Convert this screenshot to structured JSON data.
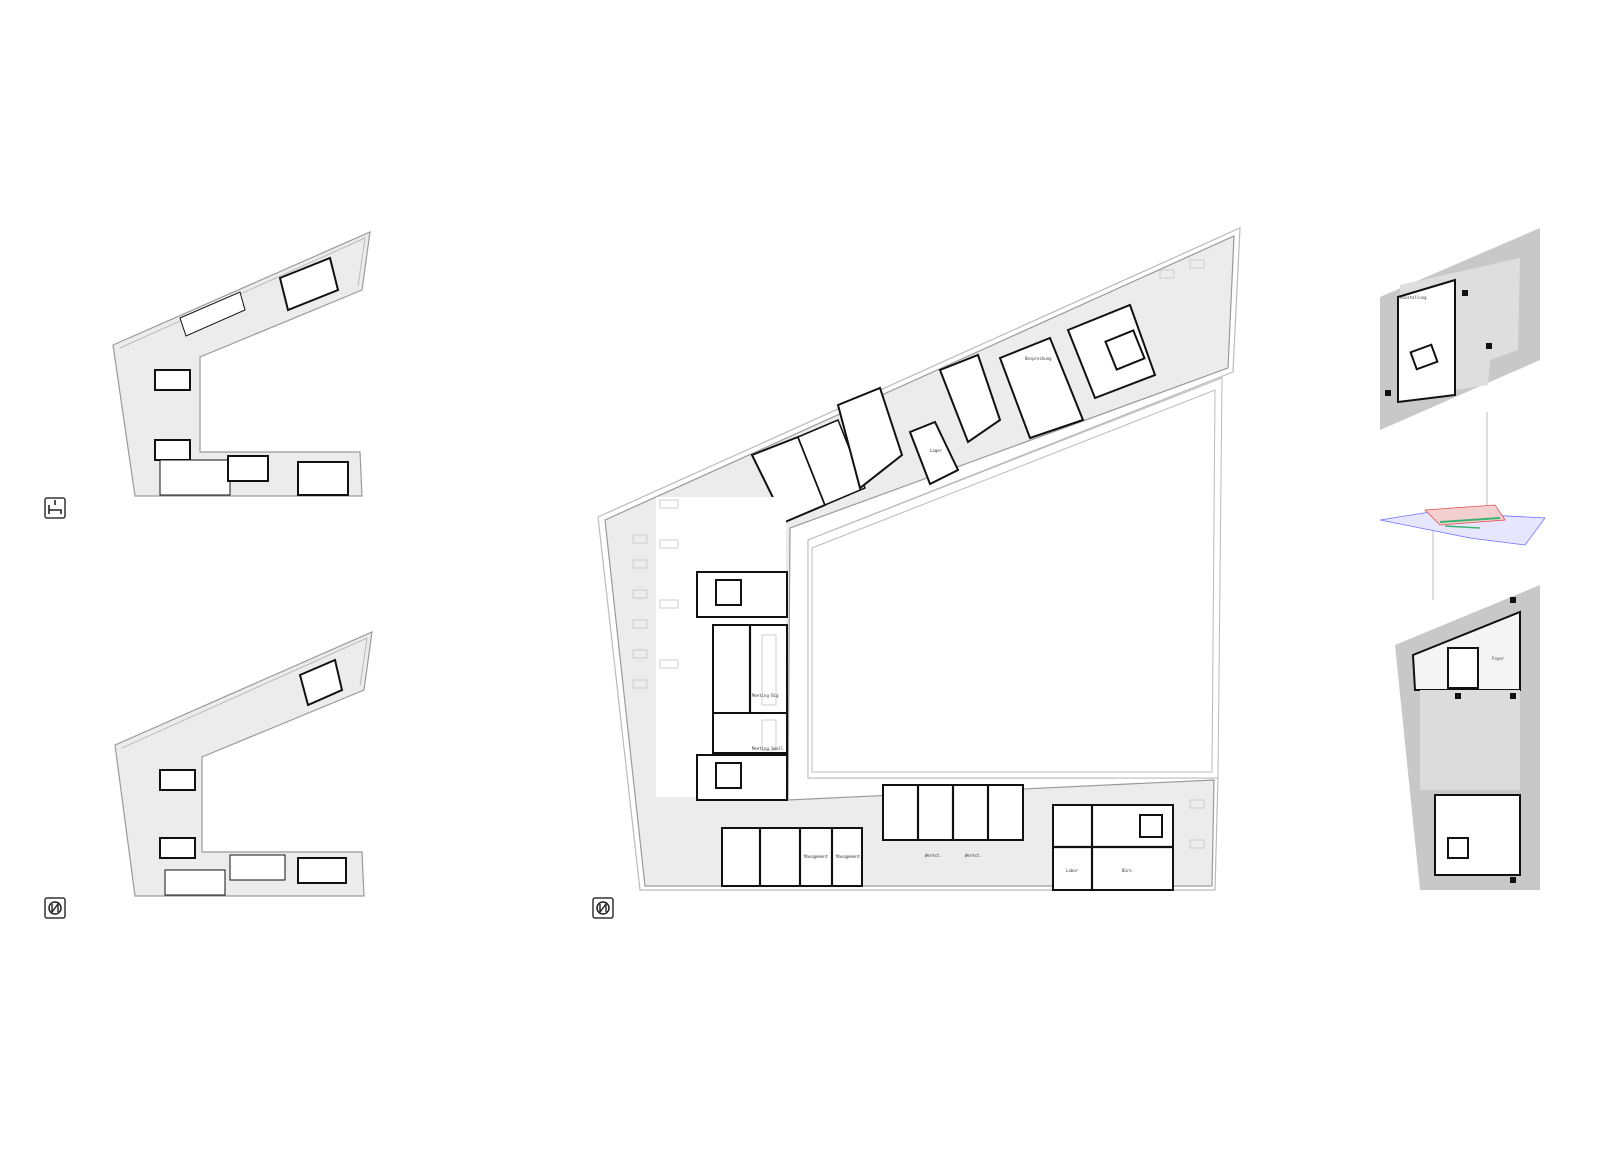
{
  "drawing": {
    "main_plan": {
      "room_labels": [
        "Meeting Big",
        "Meeting Small",
        "Management",
        "Management",
        "Labor",
        "Büro",
        "Werkst.",
        "Werkst.",
        "Besprechung",
        "Lager"
      ],
      "north_icon": "north-arrow-icon"
    },
    "small_plans": {
      "top_icon": "floor-level-icon",
      "bottom_icon": "north-arrow-icon"
    },
    "side_plans": {
      "top_label": "Ausstellung",
      "bottom_label": "Foyer"
    },
    "colors": {
      "slab": "#ececec",
      "wall": "#111111",
      "gray_area": "#c8c8c8",
      "axo_blue": "#7070ff",
      "axo_green": "#3cb371",
      "axo_red": "#e05050"
    }
  }
}
